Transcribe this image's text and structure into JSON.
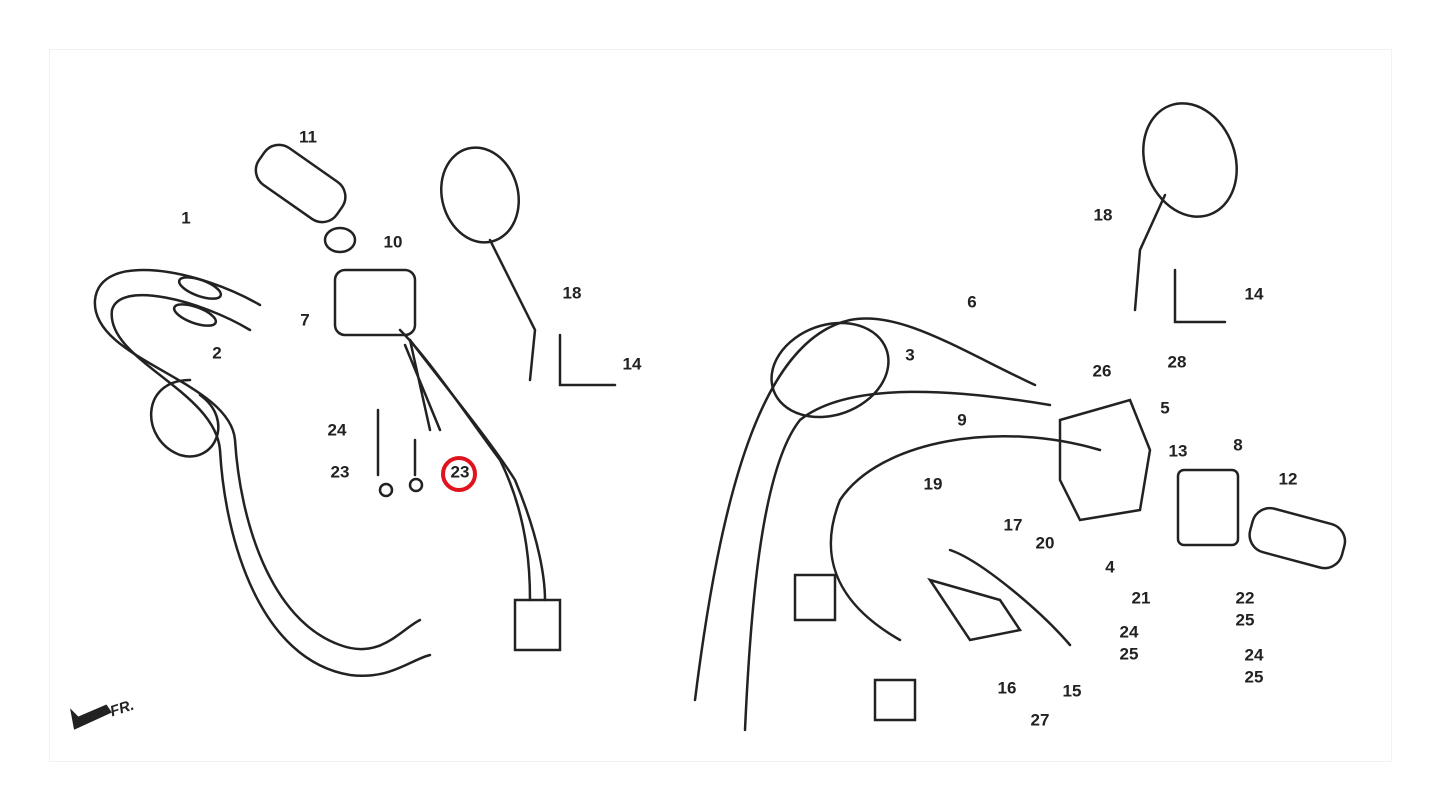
{
  "diagram": {
    "title": "Handlebar / Cables / Switches parts diagram",
    "highlight_color": "#e0141e",
    "direction_label": "FR.",
    "callouts": [
      "11",
      "10",
      "1",
      "2",
      "7",
      "18",
      "14",
      "24",
      "23",
      "23",
      "18",
      "14",
      "6",
      "3",
      "26",
      "28",
      "5",
      "9",
      "13",
      "8",
      "12",
      "19",
      "17",
      "20",
      "4",
      "21",
      "22",
      "25",
      "24",
      "25",
      "24",
      "25",
      "16",
      "15",
      "27"
    ],
    "highlighted_callout": "23"
  }
}
